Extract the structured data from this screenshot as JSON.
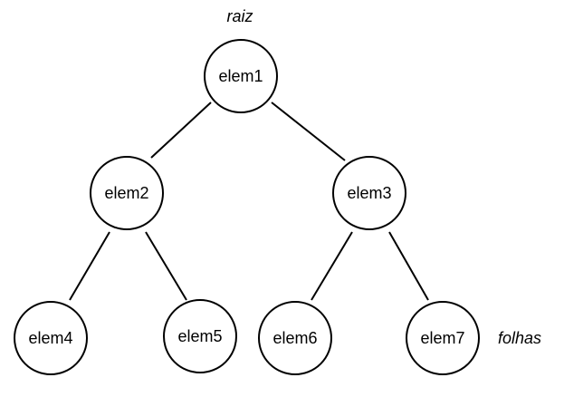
{
  "diagram": {
    "type": "binary-tree",
    "labels": {
      "root": "raiz",
      "leaves": "folhas"
    },
    "nodes": [
      {
        "id": "n1",
        "label": "elem1"
      },
      {
        "id": "n2",
        "label": "elem2"
      },
      {
        "id": "n3",
        "label": "elem3"
      },
      {
        "id": "n4",
        "label": "elem4"
      },
      {
        "id": "n5",
        "label": "elem5"
      },
      {
        "id": "n6",
        "label": "elem6"
      },
      {
        "id": "n7",
        "label": "elem7"
      }
    ],
    "edges": [
      {
        "from": "n1",
        "to": "n2"
      },
      {
        "from": "n1",
        "to": "n3"
      },
      {
        "from": "n2",
        "to": "n4"
      },
      {
        "from": "n2",
        "to": "n5"
      },
      {
        "from": "n3",
        "to": "n6"
      },
      {
        "from": "n3",
        "to": "n7"
      }
    ]
  }
}
